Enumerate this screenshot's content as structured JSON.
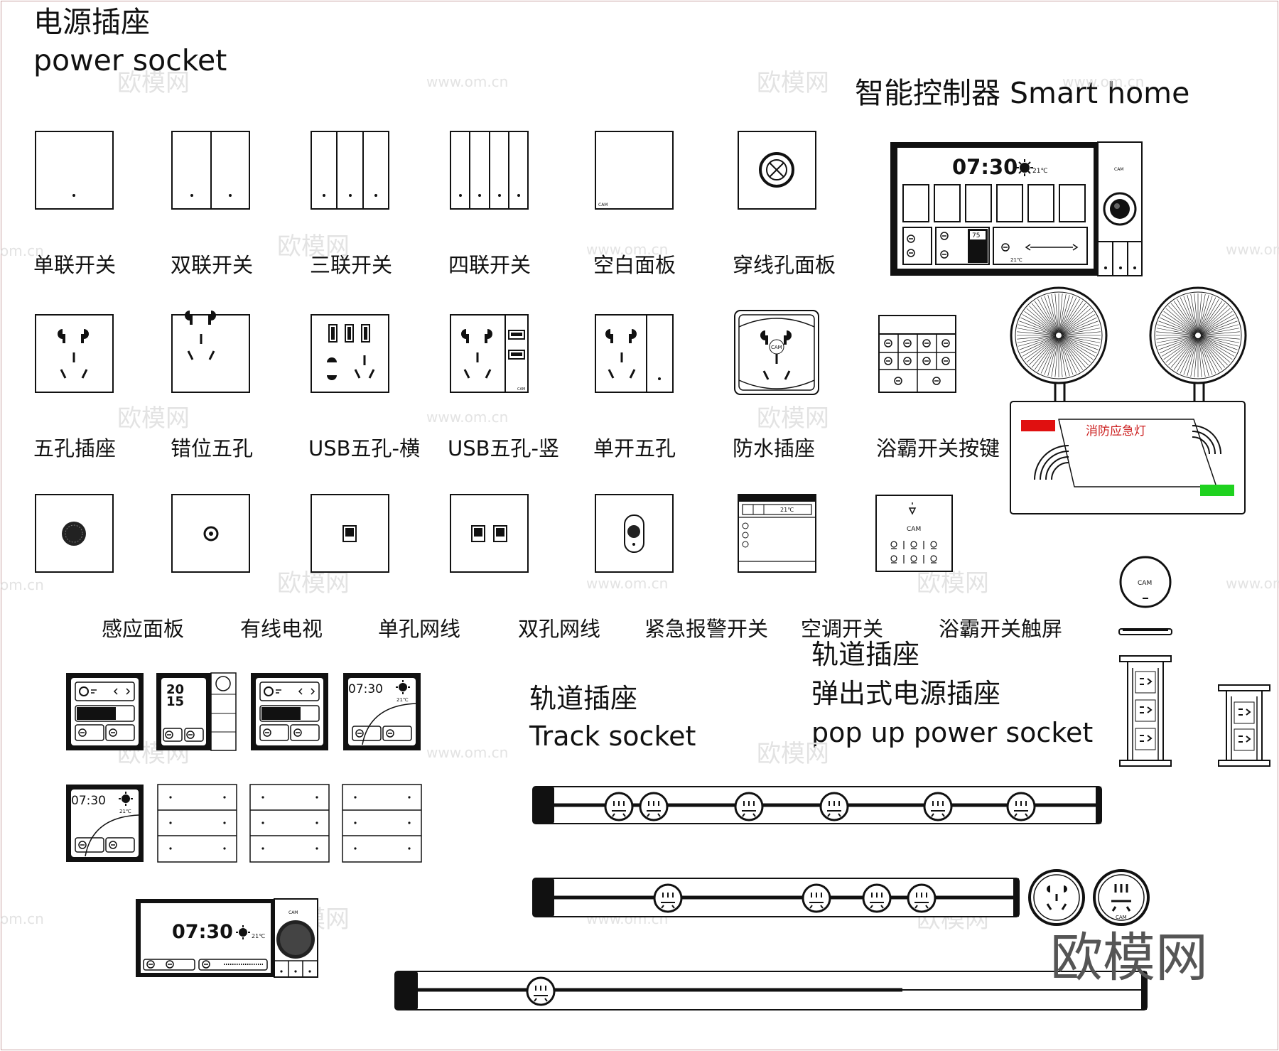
{
  "titles": {
    "power_cn": "电源插座",
    "power_en": "power socket",
    "smart": "智能控制器 Smart home",
    "track_cn": "轨道插座",
    "track_en": "Track socket",
    "popup_1": "轨道插座",
    "popup_2": "弹出式电源插座",
    "popup_3": "pop up power socket"
  },
  "labels_row1": [
    "单联开关",
    "双联开关",
    "三联开关",
    "四联开关",
    "空白面板",
    "穿线孔面板"
  ],
  "labels_row2": [
    "五孔插座",
    "错位五孔",
    "USB五孔-横",
    "USB五孔-竖",
    "单开五孔",
    "防水插座",
    "浴霸开关按键"
  ],
  "labels_row3": [
    "感应面板",
    "有线电视",
    "单孔网线",
    "双孔网线",
    "紧急报警开关",
    "空调开关",
    "浴霸开关触屏"
  ],
  "smart_panel": {
    "time": "07:30",
    "temp": "21℃",
    "brand": "CAM",
    "level": "75"
  },
  "small_panel": {
    "time": "07:30",
    "temp": "21℃",
    "date_top": "20",
    "date_bottom": "15"
  },
  "emergency_light": {
    "label": "消防应急灯",
    "red": "#e01010",
    "green": "#1fd21f"
  },
  "ac_panel": {
    "temp": "21℃"
  },
  "brand": "CAM",
  "watermark": {
    "logo": "欧模网",
    "url": "www.om.cn",
    "corner": "om.cn"
  }
}
